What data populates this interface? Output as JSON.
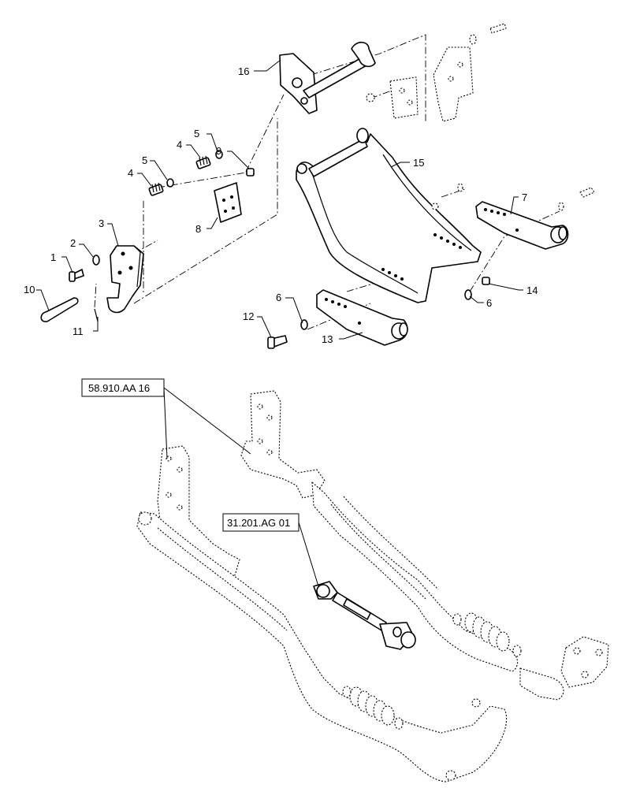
{
  "callouts": {
    "c1": "1",
    "c2": "2",
    "c3": "3",
    "c4a": "4",
    "c4b": "4",
    "c5a": "5",
    "c5b": "5",
    "c6a": "6",
    "c6b": "6",
    "c7": "7",
    "c8": "8",
    "c9": "9",
    "c10": "10",
    "c11": "11",
    "c12": "12",
    "c13": "13",
    "c14": "14",
    "c15": "15",
    "c16": "16"
  },
  "references": {
    "ref1": "58.910.AA 16",
    "ref2": "31.201.AG 01"
  }
}
